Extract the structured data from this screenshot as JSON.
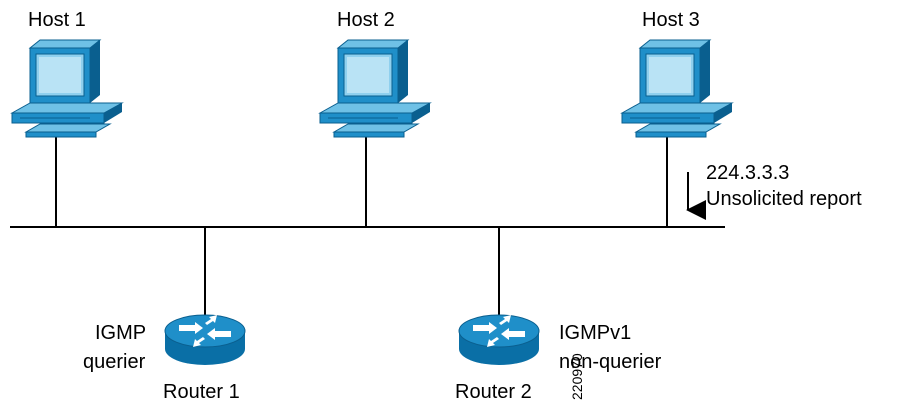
{
  "hosts": [
    {
      "label": "Host 1",
      "icon": "desktop-computer-icon"
    },
    {
      "label": "Host 2",
      "icon": "desktop-computer-icon"
    },
    {
      "label": "Host 3",
      "icon": "desktop-computer-icon"
    }
  ],
  "routers": [
    {
      "name": "Router 1",
      "role_line1": "IGMP",
      "role_line2": "querier",
      "icon": "router-icon"
    },
    {
      "name": "Router 2",
      "role_line1": "IGMPv1",
      "role_line2": "non-querier",
      "icon": "router-icon"
    }
  ],
  "report": {
    "address": "224.3.3.3",
    "text": "Unsolicited report",
    "icon": "down-arrow-icon"
  },
  "figure_id": "220970",
  "colors": {
    "device_fill": "#1f8fc9",
    "device_dark": "#0a5f8f",
    "screen": "#8fd0ee",
    "line": "#000000",
    "router_arrow": "#ffffff"
  }
}
